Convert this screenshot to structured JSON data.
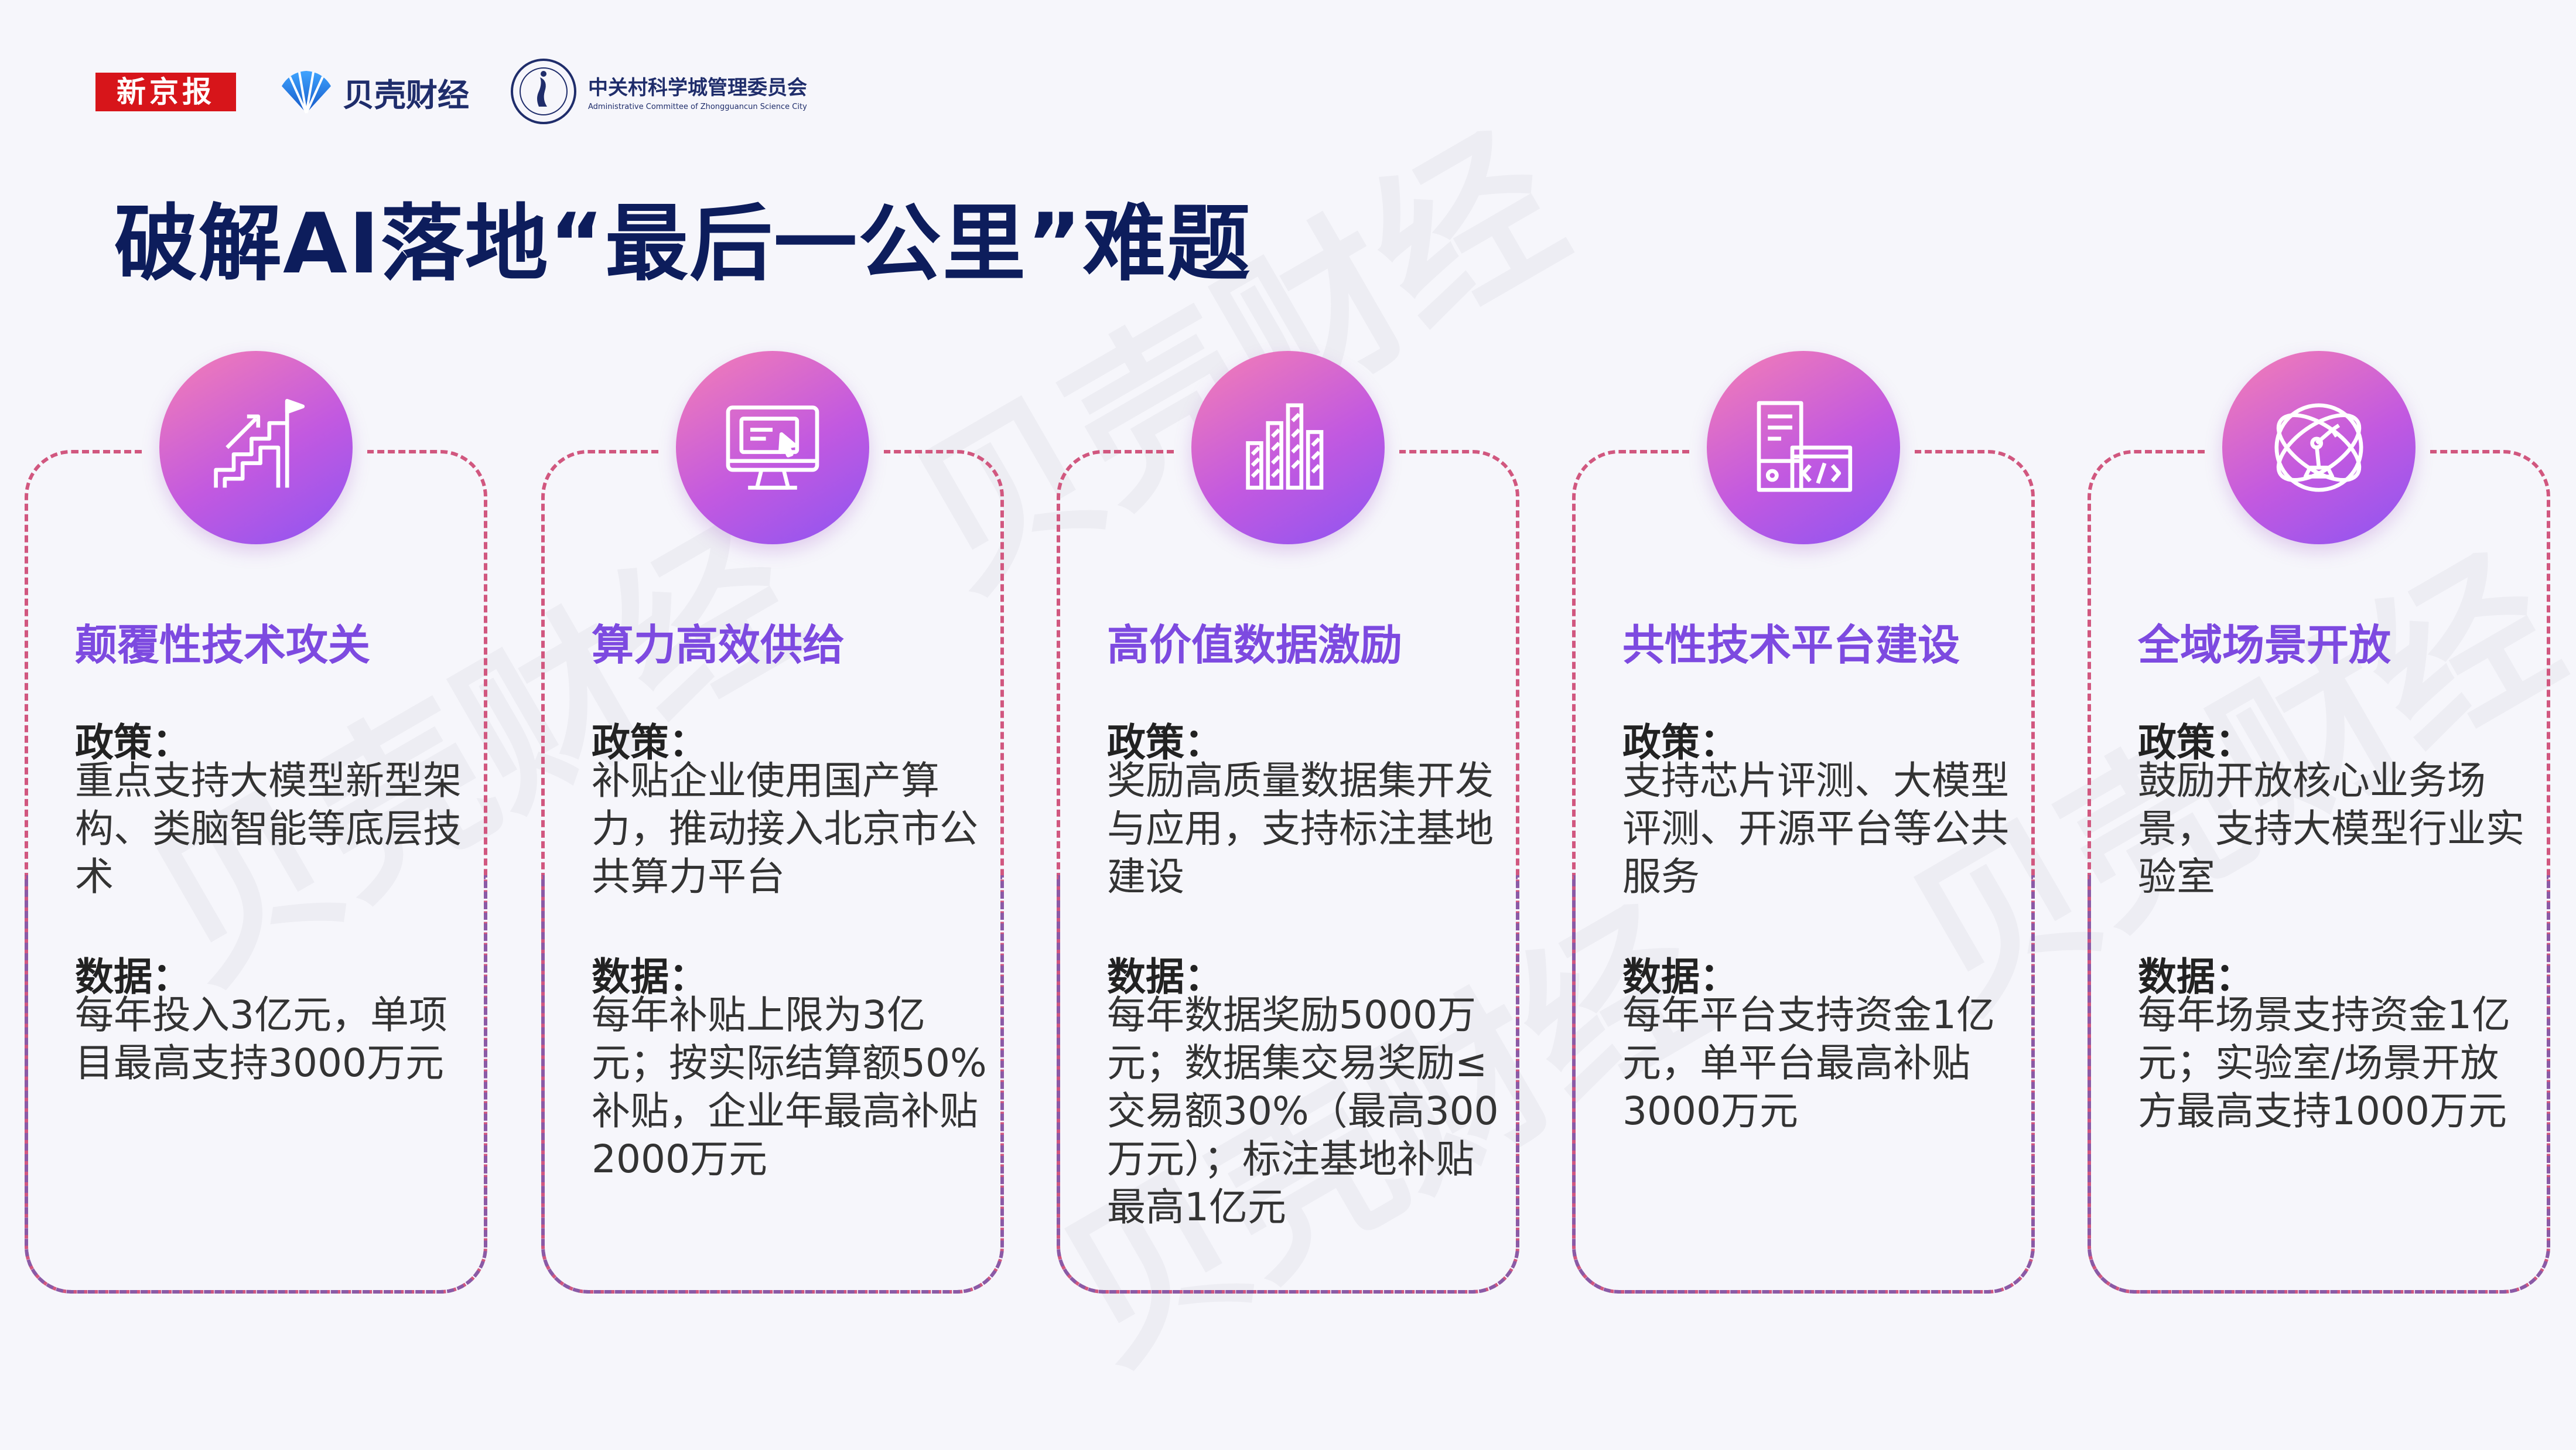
{
  "header": {
    "logo_xinjingbao": "新京报",
    "logo_beike": "贝壳财经",
    "logo_zgc_cn": "中关村科学城管理委员会",
    "logo_zgc_en": "Administrative Committee of Zhongguancun Science City"
  },
  "title": "破解AI落地“最后一公里”难题",
  "watermark": "贝壳财经",
  "colors": {
    "title": "#0d1d5c",
    "card_title": "#7d4ae0",
    "dash_top": "#d1577f",
    "dash_bottom": "#8a5aa6"
  },
  "cards": [
    {
      "icon": "stairs-flag-icon",
      "title": "颠覆性技术攻关",
      "policy_label": "政策：",
      "policy": "重点支持大模型新型架构、类脑智能等底层技术",
      "data_label": "数据：",
      "data": "每年投入3亿元，单项目最高支持3000万元"
    },
    {
      "icon": "monitor-icon",
      "title": "算力高效供给",
      "policy_label": "政策：",
      "policy": "补贴企业使用国产算力，推动接入北京市公共算力平台",
      "data_label": "数据：",
      "data": "每年补贴上限为3亿元；按实际结算额50%补贴，企业年最高补贴2000万元"
    },
    {
      "icon": "bar-chart-icon",
      "title": "高价值数据激励",
      "policy_label": "政策：",
      "policy": "奖励高质量数据集开发与应用，支持标注基地建设",
      "data_label": "数据：",
      "data": "每年数据奖励5000万元；数据集交易奖励≤交易额30%（最高300万元）；标注基地补贴最高1亿元"
    },
    {
      "icon": "code-platform-icon",
      "title": "共性技术平台建设",
      "policy_label": "政策：",
      "policy": "支持芯片评测、大模型评测、开源平台等公共服务",
      "data_label": "数据：",
      "data": "每年平台支持资金1亿元，单平台最高补贴3000万元"
    },
    {
      "icon": "robot-arm-orbit-icon",
      "title": "全域场景开放",
      "policy_label": "政策：",
      "policy": "鼓励开放核心业务场景，支持大模型行业实验室",
      "data_label": "数据：",
      "data": "每年场景支持资金1亿元；实验室/场景开放方最高支持1000万元"
    }
  ]
}
